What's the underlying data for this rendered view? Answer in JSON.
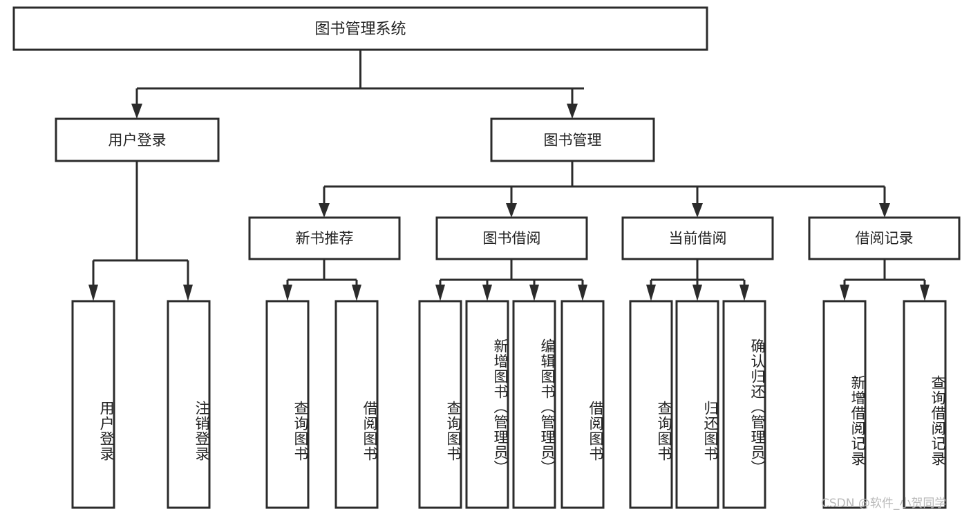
{
  "diagram": {
    "type": "tree-hierarchy",
    "title": "图书管理系统",
    "root": {
      "id": "root",
      "label": "图书管理系统",
      "orientation": "horizontal"
    },
    "level2": [
      {
        "id": "user-login",
        "label": "用户登录",
        "orientation": "horizontal"
      },
      {
        "id": "book-manage",
        "label": "图书管理",
        "orientation": "horizontal"
      }
    ],
    "level3": [
      {
        "id": "new-book-recommend",
        "label": "新书推荐",
        "orientation": "horizontal",
        "parent": "book-manage"
      },
      {
        "id": "book-borrow",
        "label": "图书借阅",
        "orientation": "horizontal",
        "parent": "book-manage"
      },
      {
        "id": "current-borrow",
        "label": "当前借阅",
        "orientation": "horizontal",
        "parent": "book-manage"
      },
      {
        "id": "borrow-record",
        "label": "借阅记录",
        "orientation": "horizontal",
        "parent": "book-manage"
      }
    ],
    "leaves": [
      {
        "id": "leaf-user-login",
        "label": "用户登录",
        "parent": "user-login",
        "orientation": "vertical"
      },
      {
        "id": "leaf-user-logout",
        "label": "注销登录",
        "parent": "user-login",
        "orientation": "vertical"
      },
      {
        "id": "leaf-query-book-1",
        "label": "查询图书",
        "parent": "new-book-recommend",
        "orientation": "vertical"
      },
      {
        "id": "leaf-borrow-book-1",
        "label": "借阅图书",
        "parent": "new-book-recommend",
        "orientation": "vertical"
      },
      {
        "id": "leaf-query-book-2",
        "label": "查询图书",
        "parent": "book-borrow",
        "orientation": "vertical"
      },
      {
        "id": "leaf-add-book",
        "label": "新增图书（管理员）",
        "parent": "book-borrow",
        "orientation": "vertical"
      },
      {
        "id": "leaf-edit-book",
        "label": "编辑图书（管理员）",
        "parent": "book-borrow",
        "orientation": "vertical"
      },
      {
        "id": "leaf-borrow-book-2",
        "label": "借阅图书",
        "parent": "book-borrow",
        "orientation": "vertical"
      },
      {
        "id": "leaf-query-book-3",
        "label": "查询图书",
        "parent": "current-borrow",
        "orientation": "vertical"
      },
      {
        "id": "leaf-return-book",
        "label": "归还图书",
        "parent": "current-borrow",
        "orientation": "vertical"
      },
      {
        "id": "leaf-confirm-return",
        "label": "确认归还（管理员）",
        "parent": "current-borrow",
        "orientation": "vertical"
      },
      {
        "id": "leaf-add-record",
        "label": "新增借阅记录",
        "parent": "borrow-record",
        "orientation": "vertical"
      },
      {
        "id": "leaf-query-record",
        "label": "查询借阅记录",
        "parent": "borrow-record",
        "orientation": "vertical"
      }
    ]
  },
  "watermark": {
    "text": "CSDN @软件_小贺同学"
  },
  "colors": {
    "stroke": "#2b2b2b",
    "fill": "#ffffff",
    "text": "#222222",
    "watermark": "#b9b9b9"
  }
}
